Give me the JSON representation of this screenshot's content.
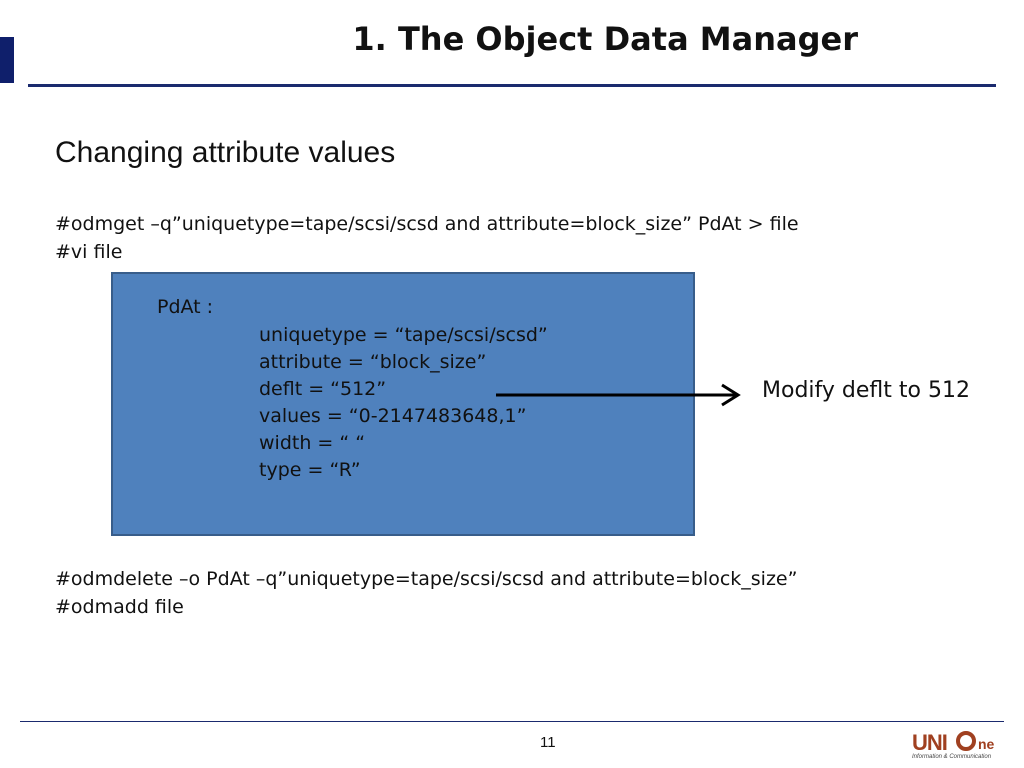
{
  "header": {
    "title": "1. The Object Data Manager"
  },
  "content": {
    "heading": "Changing attribute values",
    "commands_before": [
      "#odmget –q”uniquetype=tape/scsi/scsd and attribute=block_size” PdAt > file",
      "#vi file"
    ],
    "code_box": {
      "object_class": "PdAt :",
      "lines": [
        "uniquetype = “tape/scsi/scsd”",
        "attribute = “block_size”",
        "deflt = “512”",
        "values = “0-2147483648,1”",
        "width = “ “",
        "type = “R”"
      ],
      "fill_color": "#4f81bd"
    },
    "annotation": "Modify deflt to 512",
    "commands_after": [
      "#odmdelete –o PdAt –q”uniquetype=tape/scsi/scsd and attribute=block_size”",
      "#odmadd file"
    ]
  },
  "footer": {
    "page_number": "11",
    "logo": {
      "word": "UNI",
      "suffix": "ne",
      "tagline": "Information & Communication",
      "color": "#a04020"
    }
  },
  "colors": {
    "accent": "#0f1f6b",
    "rule": "#1a2a6e"
  }
}
